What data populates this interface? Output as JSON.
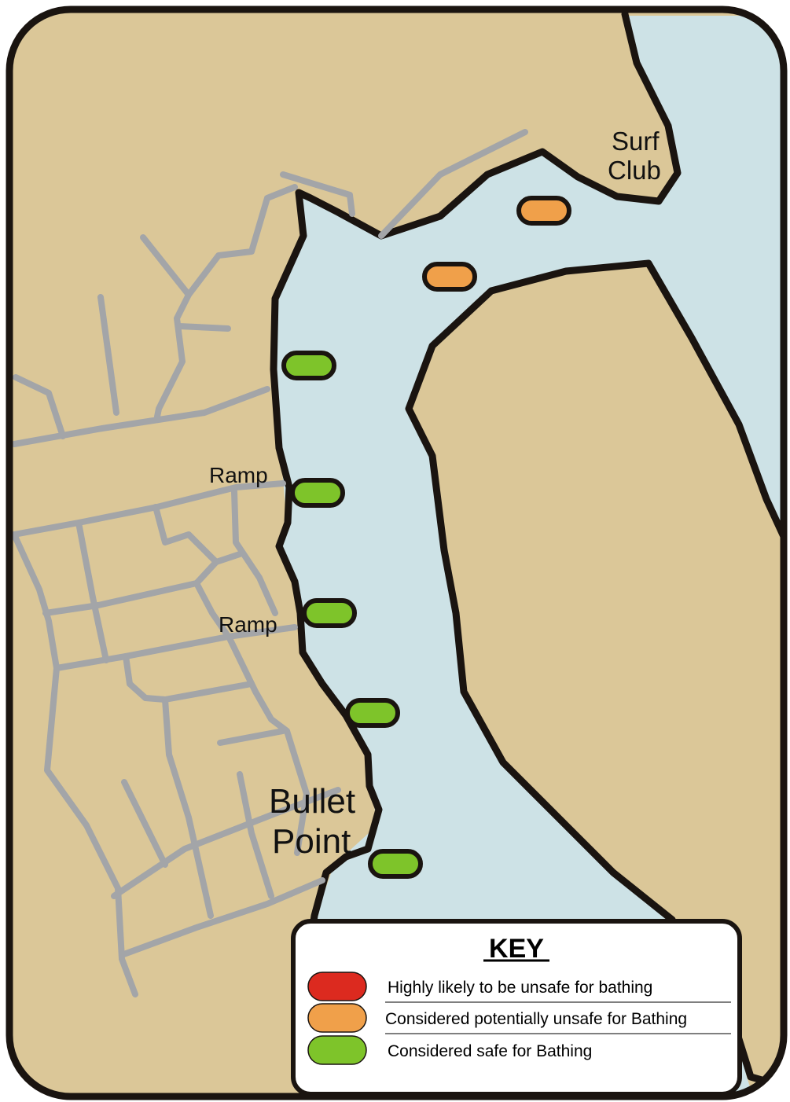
{
  "colors": {
    "land": "#dbc798",
    "water": "#cde2e6",
    "coast": "#1a1410",
    "road": "#a3a5a8",
    "unsafe": "#dc2a1f",
    "potentially_unsafe": "#f0a04a",
    "safe": "#7ec42a"
  },
  "labels": {
    "surf_club_line1": "Surf",
    "surf_club_line2": "Club",
    "ramp_1": "Ramp",
    "ramp_2": "Ramp",
    "bullet_point_line1": "Bullet",
    "bullet_point_line2": "Point"
  },
  "sites": [
    {
      "status": "potentially_unsafe",
      "near": "Surf Club"
    },
    {
      "status": "potentially_unsafe",
      "near": "Surf Club"
    },
    {
      "status": "safe"
    },
    {
      "status": "safe",
      "near": "Ramp"
    },
    {
      "status": "safe",
      "near": "Ramp"
    },
    {
      "status": "safe"
    },
    {
      "status": "safe",
      "near": "Bullet Point"
    }
  ],
  "key": {
    "title": "KEY",
    "items": [
      {
        "status": "unsafe",
        "label": "Highly likely to be unsafe for bathing"
      },
      {
        "status": "potentially_unsafe",
        "label": "Considered potentially unsafe for Bathing"
      },
      {
        "status": "safe",
        "label": "Considered safe for Bathing"
      }
    ]
  }
}
